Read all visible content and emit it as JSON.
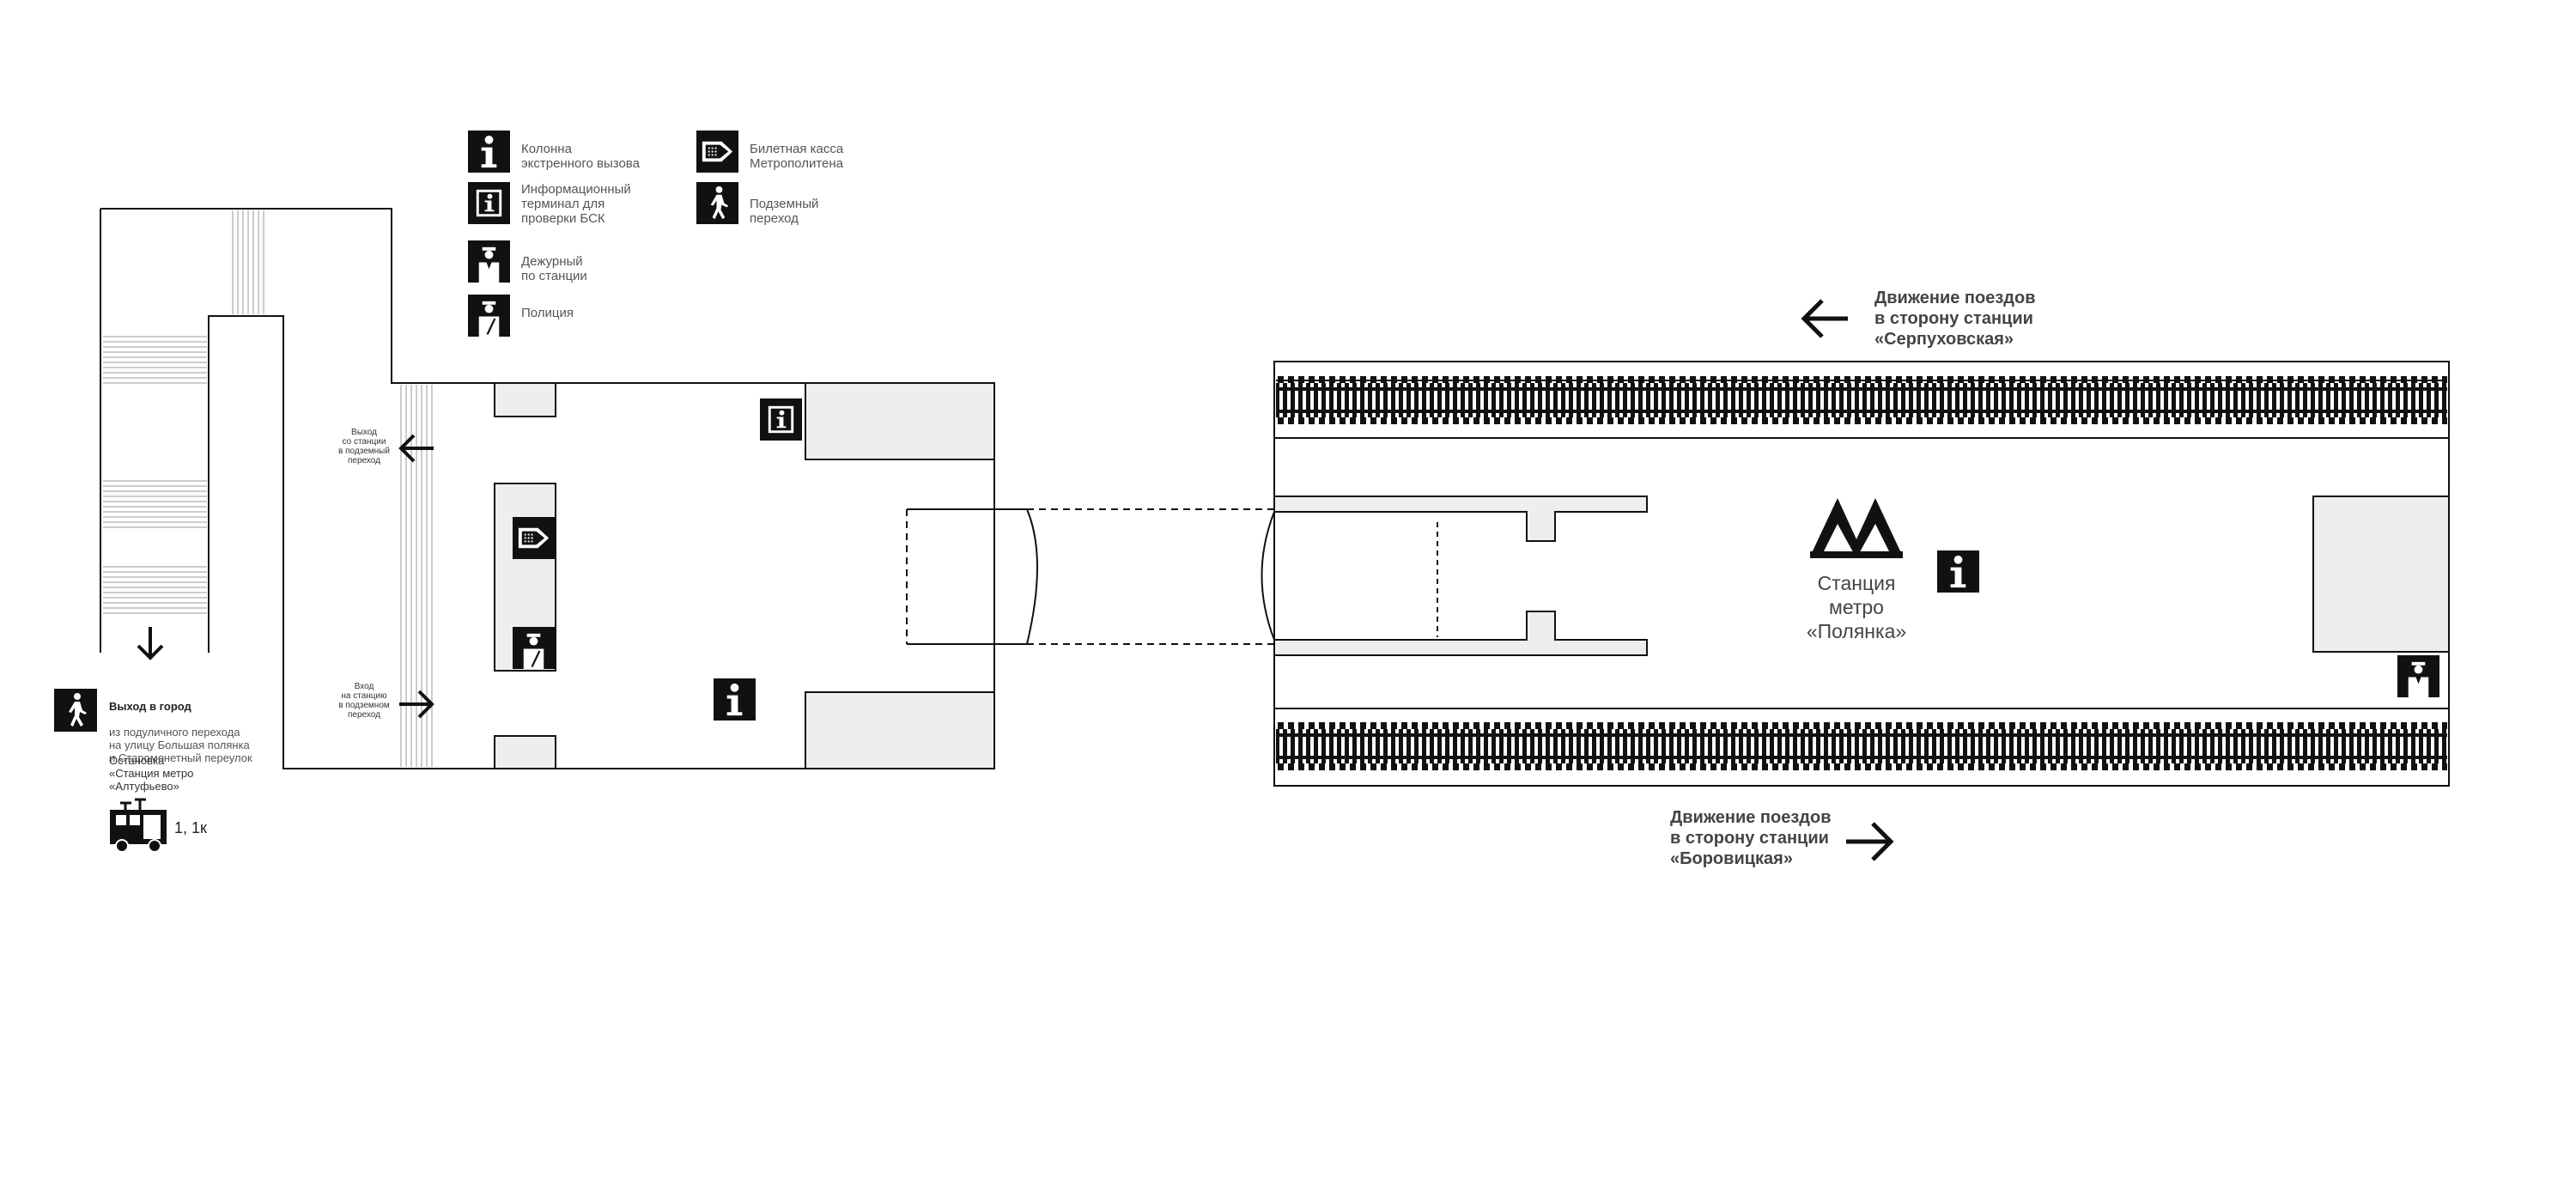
{
  "legend": {
    "emergency_column": "Колонна\nэкстренного вызова",
    "info_terminal": "Информационный\nтерминал для\nпроверки БСК",
    "station_attendant": "Дежурный\nпо станции",
    "police": "Полиция",
    "ticket_office": "Билетная касса\nМетрополитена",
    "underpass": "Подземный\nпереход"
  },
  "labels": {
    "exit_to_underpass": "Выход\nсо станции\nв подземный\nпереход",
    "entrance_from_underpass": "Вход\nна станцию\nв подземном\nпереход"
  },
  "city_exit": {
    "title": "Выход в город",
    "text": "из подуличного перехода\nна улицу Большая полянка\nи Старомонетный переулок"
  },
  "bus_stop": {
    "title": "Остановка\n«Станция метро\n«Алтуфьево»",
    "routes": "1, 1к"
  },
  "directions": {
    "upper": "Движение поездов\nв сторону станции\n«Серпуховская»",
    "lower": "Движение поездов\nв сторону станции\n«Боровицкая»"
  },
  "station": {
    "logo_letter": "M",
    "name": "Станция\nметро\n«Полянка»"
  },
  "colors": {
    "ink": "#111111",
    "fill_gray": "#eeeeee",
    "text_gray": "#555555"
  },
  "icons": [
    "info-column-icon",
    "info-terminal-icon",
    "station-attendant-icon",
    "police-icon",
    "ticket-office-icon",
    "underpass-icon",
    "bus-icon",
    "metro-logo-icon"
  ]
}
